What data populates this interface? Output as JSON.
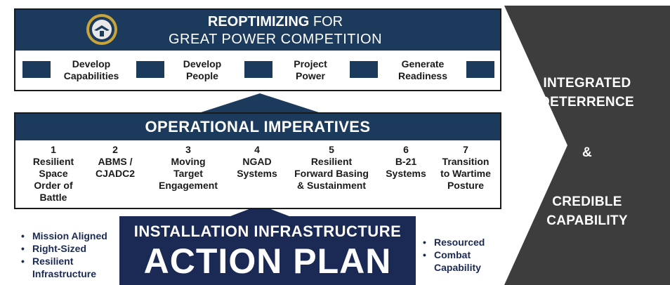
{
  "colors": {
    "navy": "#1b3a5c",
    "dark_navy": "#1b2a55",
    "chevron_gray": "#3d3d3d",
    "text_dark": "#1a1a1a",
    "white": "#ffffff"
  },
  "top": {
    "seal_icon": "department-seal-icon",
    "title_bold": "REOPTIMIZING",
    "title_rest": " FOR",
    "subtitle": "GREAT POWER COMPETITION",
    "pillars": [
      {
        "line1": "Develop",
        "line2": "Capabilities"
      },
      {
        "line1": "Develop",
        "line2": "People"
      },
      {
        "line1": "Project",
        "line2": "Power"
      },
      {
        "line1": "Generate",
        "line2": "Readiness"
      }
    ]
  },
  "imperatives": {
    "title": "OPERATIONAL IMPERATIVES",
    "items": [
      {
        "num": "1",
        "lines": [
          "Resilient",
          "Space",
          "Order of",
          "Battle"
        ]
      },
      {
        "num": "2",
        "lines": [
          "ABMS /",
          "CJADC2"
        ]
      },
      {
        "num": "3",
        "lines": [
          "Moving",
          "Target",
          "Engagement"
        ]
      },
      {
        "num": "4",
        "lines": [
          "NGAD",
          "Systems"
        ]
      },
      {
        "num": "5",
        "lines": [
          "Resilient",
          "Forward Basing",
          "& Sustainment"
        ]
      },
      {
        "num": "6",
        "lines": [
          "B-21",
          "Systems"
        ]
      },
      {
        "num": "7",
        "lines": [
          "Transition",
          "to Wartime",
          "Posture"
        ]
      }
    ]
  },
  "action_plan": {
    "line1": "INSTALLATION INFRASTRUCTURE",
    "line2": "ACTION PLAN"
  },
  "left_bullets": [
    "Mission Aligned",
    "Right-Sized",
    "Resilient",
    "Infrastructure"
  ],
  "right_bullets": [
    "Resourced",
    "Combat",
    "Capability"
  ],
  "outcome": {
    "line1": "INTEGRATED",
    "line2": "DETERRENCE",
    "amp": "&",
    "line3": "CREDIBLE",
    "line4": "CAPABILITY"
  }
}
